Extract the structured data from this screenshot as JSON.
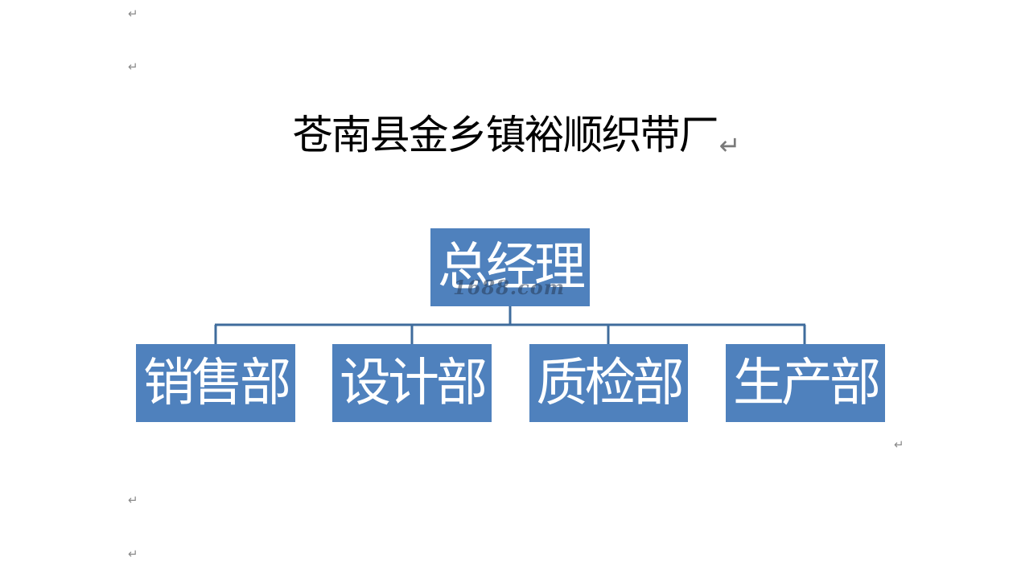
{
  "marks": {
    "paragraph_mark": "↵"
  },
  "title": "苍南县金乡镇裕顺织带厂",
  "org_chart": {
    "root": "总经理",
    "children": [
      "销售部",
      "设计部",
      "质检部",
      "生产部"
    ],
    "box_color": "#4f81bd",
    "line_color": "#3f6c9c"
  },
  "watermark": "1688.com"
}
